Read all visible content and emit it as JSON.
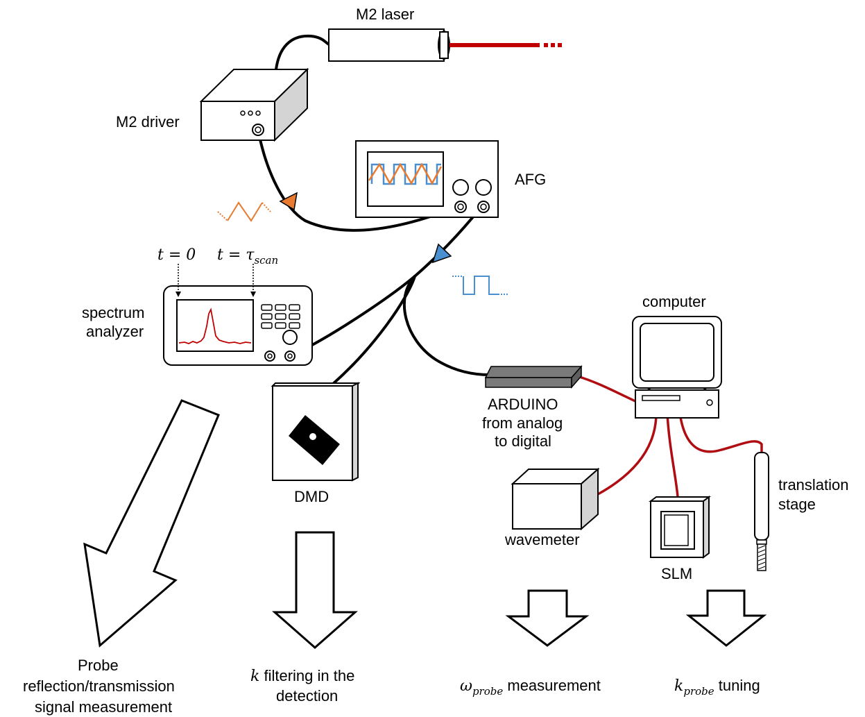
{
  "labels": {
    "m2_laser": "M2 laser",
    "m2_driver": "M2 driver",
    "afg": "AFG",
    "spectrum_analyzer_line1": "spectrum",
    "spectrum_analyzer_line2": "analyzer",
    "computer": "computer",
    "arduino_line1": "ARDUINO",
    "arduino_line2": "from analog",
    "arduino_line3": "to digital",
    "dmd": "DMD",
    "wavemeter": "wavemeter",
    "slm": "SLM",
    "translation_stage_line1": "translation",
    "translation_stage_line2": "stage"
  },
  "time_marks": {
    "t0": "t = 0",
    "tscan_main": "t = τ",
    "tscan_sub": "scan"
  },
  "outputs": {
    "probe_line1": "Probe",
    "probe_line2": "reflection/transmission",
    "probe_line3": "signal measurement",
    "k_symbol": "k",
    "k_text": " filtering in the",
    "k_line2": "detection",
    "omega_symbol": "ω",
    "omega_sub": "probe",
    "omega_text": " measurement",
    "kprobe_symbol": "k",
    "kprobe_sub": "probe",
    "kprobe_text": " tuning"
  },
  "colors": {
    "laser_beam": "#c00000",
    "ramp_signal": "#e87b30",
    "square_signal": "#4a8fd0",
    "data_cable": "#b00d12",
    "spectrum_trace": "#c00000",
    "device_side": "#d4d4d4"
  }
}
